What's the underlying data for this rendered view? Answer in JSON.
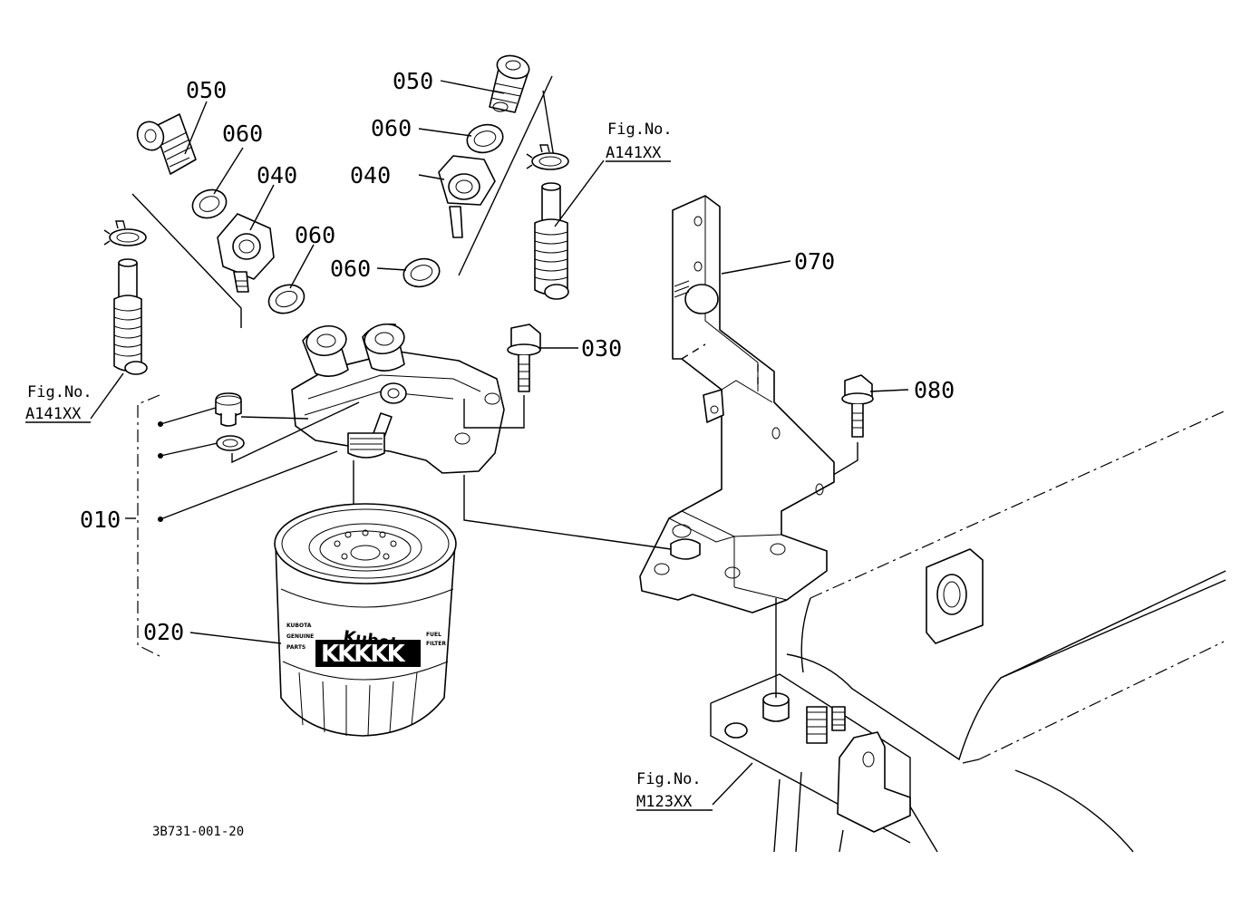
{
  "diagram": {
    "labels": {
      "p010": "010",
      "p020": "020",
      "p030": "030",
      "p040_left": "040",
      "p040_right": "040",
      "p050_left": "050",
      "p050_right": "050",
      "p060_a": "060",
      "p060_b": "060",
      "p060_c": "060",
      "p060_d": "060",
      "p070": "070",
      "p080": "080"
    },
    "fig_refs": {
      "left": {
        "title": "Fig.No.",
        "code": "A141XX"
      },
      "right": {
        "title": "Fig.No.",
        "code": "A141XX"
      },
      "bottom": {
        "title": "Fig.No.",
        "code": "M123XX"
      }
    },
    "filter": {
      "brand": "Kubota",
      "side_left": [
        "KUBOTA",
        "GENUINE",
        "PARTS"
      ],
      "side_right": [
        "FUEL",
        "FILTER"
      ],
      "pattern": "KKKKK"
    },
    "drawing_number": "3B731-001-20"
  }
}
